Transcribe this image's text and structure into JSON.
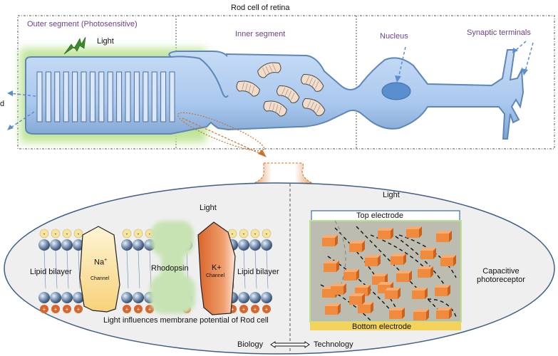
{
  "top_panel": {
    "title": "Rod cell of retina",
    "outer_segment_label": "Outer segment (Photosensitive)",
    "inner_segment_label": "Inner segment",
    "nucleus_label": "Nucleus",
    "synaptic_label": "Synaptic terminals",
    "light_label": "Light",
    "left_cut_label": "d",
    "disc_count": 16,
    "mitochondria_count": 6
  },
  "bottom_panel": {
    "biology": {
      "light_label": "Light",
      "lipid_left_label": "Lipid bilayer",
      "lipid_right_label": "Lipid bilayer",
      "na_label": "Na",
      "na_sup": "+",
      "na_channel": "Channel",
      "rhodopsin_label": "Rhodopsin",
      "k_label": "K+",
      "k_channel": "Channel",
      "caption": "Light influences membrane potential of Rod cell",
      "minus_sign": "-",
      "plus_sign": "+"
    },
    "technology": {
      "light_label": "Light",
      "top_electrode": "Top electrode",
      "bottom_electrode": "Bottom electrode",
      "device_label_line1": "Capacitive",
      "device_label_line2": "photoreceptor"
    },
    "axis_left": "Biology",
    "axis_right": "Technology"
  },
  "colors": {
    "cell_blue": "#a9c8ee",
    "cell_edge": "#5f86b8",
    "glow_green": "#b9e28f",
    "label_purple": "#6b3f8f",
    "arrow_blue": "#5b8fcc",
    "connector_orange": "#c8742e",
    "mito_fill": "#f4dcc8",
    "ellipse_fill": "#efefef",
    "ellipse_stroke": "#3f5f86",
    "cube_orange": "#f08a3c",
    "device_gray": "#bcbcb0",
    "bottom_electrode": "#f3d35a",
    "na_channel": "#fbe6a6",
    "k_channel": "#e07a3c",
    "rhodopsin_green": "#c7e3b4",
    "minus_head": "#f6e39c",
    "plus_head": "#d9652a",
    "lipid_head": "#6a86a8"
  }
}
